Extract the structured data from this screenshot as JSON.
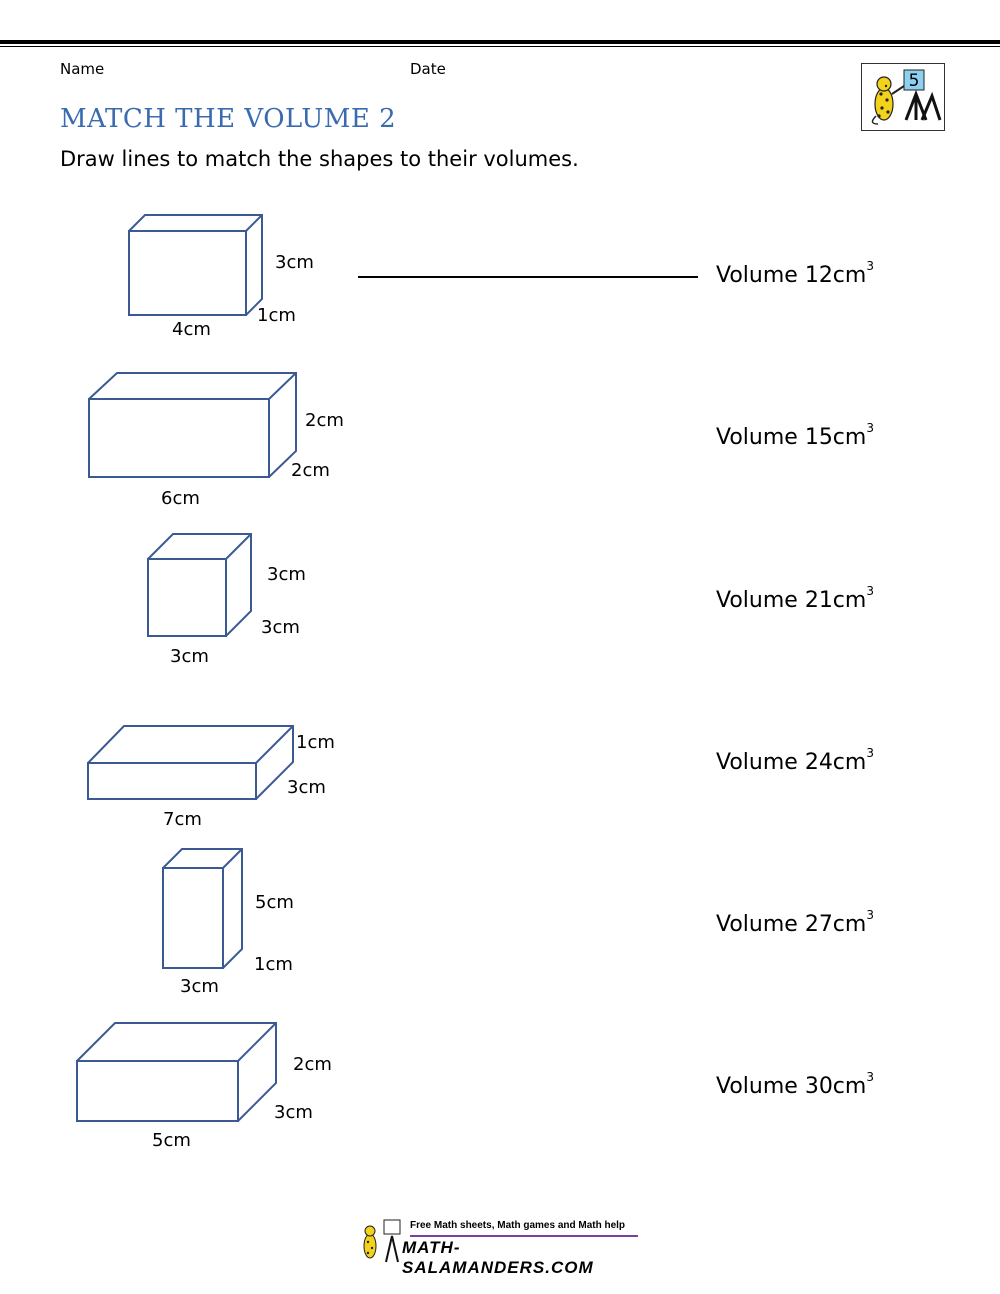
{
  "header": {
    "name_label": "Name",
    "date_label": "Date",
    "logo_badge": "5"
  },
  "title": "MATCH THE VOLUME 2",
  "instructions": "Draw lines to match the shapes to their volumes.",
  "colors": {
    "title": "#3a6ab0",
    "shape_stroke": "#3b5a94"
  },
  "shapes": [
    {
      "labels": [
        "3cm",
        "1cm",
        "4cm"
      ]
    },
    {
      "labels": [
        "2cm",
        "2cm",
        "6cm"
      ]
    },
    {
      "labels": [
        "3cm",
        "3cm",
        "3cm"
      ]
    },
    {
      "labels": [
        "1cm",
        "3cm",
        "7cm"
      ]
    },
    {
      "labels": [
        "5cm",
        "1cm",
        "3cm"
      ]
    },
    {
      "labels": [
        "2cm",
        "3cm",
        "5cm"
      ]
    }
  ],
  "volumes": [
    {
      "prefix": "Volume 12cm",
      "exp": "3"
    },
    {
      "prefix": "Volume 15cm",
      "exp": "3"
    },
    {
      "prefix": "Volume 21cm",
      "exp": "3"
    },
    {
      "prefix": "Volume 24cm",
      "exp": "3"
    },
    {
      "prefix": "Volume 27cm",
      "exp": "3"
    },
    {
      "prefix": "Volume 30cm",
      "exp": "3"
    }
  ],
  "footer": {
    "tagline": "Free Math sheets, Math games and Math help",
    "site": "MATH-SALAMANDERS.COM"
  }
}
